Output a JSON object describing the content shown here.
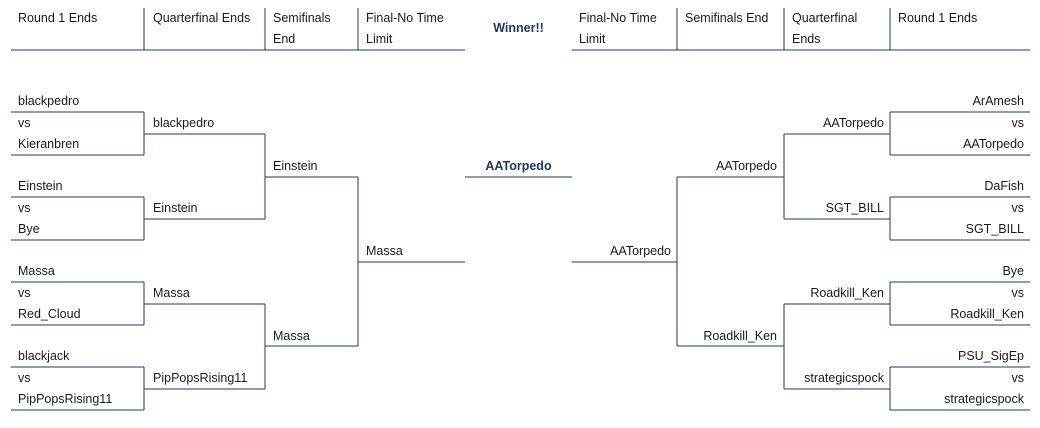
{
  "headers": {
    "left": [
      "Round 1 Ends",
      "Quarterfinal Ends",
      "Semifinals End",
      "Final-No Time Limit"
    ],
    "winner": "Winner!!",
    "right": [
      "Final-No Time Limit",
      "Semifinals End",
      "Quarterfinal Ends",
      "Round 1 Ends"
    ]
  },
  "vs_label": "vs",
  "left": {
    "round1": [
      [
        "blackpedro",
        "Kieranbren"
      ],
      [
        "Einstein",
        "Bye"
      ],
      [
        "Massa",
        "Red_Cloud"
      ],
      [
        "blackjack",
        "PipPopsRising11"
      ]
    ],
    "quarterfinals": [
      "blackpedro",
      "Einstein",
      "Massa",
      "PipPopsRising11"
    ],
    "semifinals": [
      "Einstein",
      "Massa"
    ],
    "final": "Massa"
  },
  "champion": "AATorpedo",
  "right": {
    "final": "AATorpedo",
    "semifinals": [
      "AATorpedo",
      "Roadkill_Ken"
    ],
    "quarterfinals": [
      "AATorpedo",
      "SGT_BILL",
      "Roadkill_Ken",
      "strategicspock"
    ],
    "round1": [
      [
        "ArAmesh",
        "AATorpedo"
      ],
      [
        "DaFish",
        "SGT_BILL"
      ],
      [
        "Bye",
        "Roadkill_Ken"
      ],
      [
        "PSU_SigEp",
        "strategicspock"
      ]
    ]
  }
}
